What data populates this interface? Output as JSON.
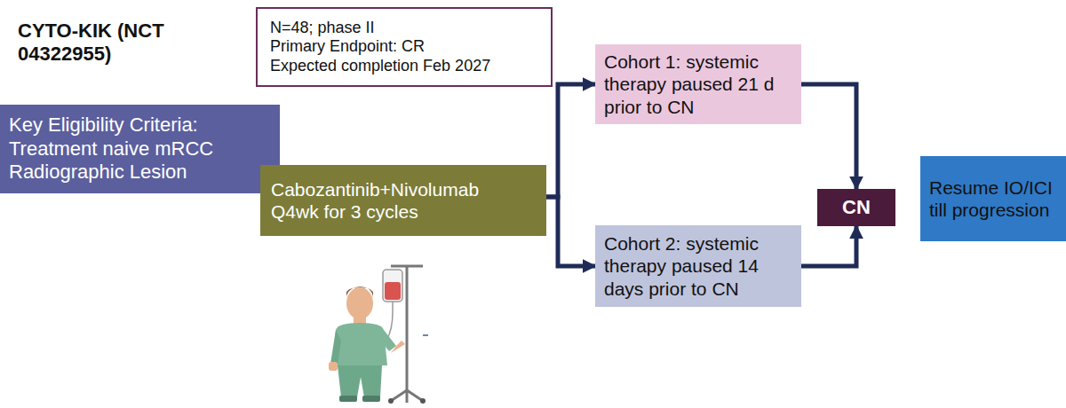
{
  "diagram": {
    "title": "CYTO-KIK (NCT 04322955)",
    "nodes": [
      {
        "text": [
          "N=48; phase II",
          "Primary Endpoint: CR",
          "Expected completion Feb 2027"
        ]
      },
      {
        "text": [
          "Key Eligibility Criteria:",
          "Treatment naive mRCC",
          "Radiographic Lesion"
        ]
      },
      {
        "text": [
          "Cabozantinib+Nivolumab",
          "Q4wk for 3 cycles"
        ]
      },
      {
        "text": [
          "Cohort 1: systemic therapy paused 21 d prior to CN"
        ]
      },
      {
        "text": [
          "Cohort 2: systemic therapy paused 14 days prior to CN"
        ]
      },
      {
        "text": [
          "CN"
        ]
      },
      {
        "text": [
          "Resume IO/ICI till progression"
        ]
      }
    ],
    "edges": [
      {
        "from": 2,
        "to": 3,
        "arrow": "to"
      },
      {
        "from": 2,
        "to": 4,
        "arrow": "to"
      },
      {
        "from": 3,
        "to": 5,
        "arrow": "to"
      },
      {
        "from": 4,
        "to": 5,
        "arrow": "to"
      }
    ]
  }
}
